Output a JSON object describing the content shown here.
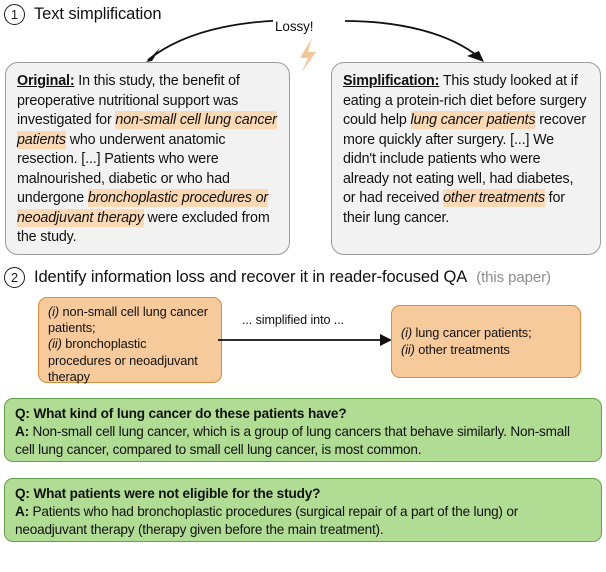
{
  "figure": {
    "steps": [
      {
        "number": "1",
        "title": "Text simplification",
        "note": ""
      },
      {
        "number": "2",
        "title": "Identify information loss and recover it in reader-focused QA",
        "note": "(this paper)"
      }
    ],
    "lossy_label": "Lossy!",
    "lightning_icon": "lightning-bolt-icon",
    "panels": {
      "original": {
        "lead": "Original:",
        "text_1": " In this study, the benefit of preoperative nutritional support was investigated for ",
        "highlight_1": "non-small cell lung cancer patients",
        "text_2": " who underwent anatomic resection. [...] Patients who were malnourished, diabetic or who had undergone ",
        "highlight_2": "bronchoplastic procedures or neoadjuvant therapy",
        "text_3": " were excluded from the study."
      },
      "simplification": {
        "lead": "Simplification:",
        "text_1": " This study looked at if eating a protein-rich diet before surgery could help ",
        "highlight_1": "lung cancer patients",
        "text_2": " recover more quickly after surgery. [...] We didn't include patients who were already not eating well, had diabetes, or had received ",
        "highlight_2": "other treatments",
        "text_3": " for their lung cancer."
      }
    },
    "loss_box": {
      "marker_1": "(i)",
      "item_1": " non-small cell lung cancer patients;",
      "marker_2": "(ii)",
      "item_2": " bronchoplastic procedures or neoadjuvant therapy"
    },
    "arrow_label": "... simplified into ...",
    "simplified_box": {
      "marker_1": "(i)",
      "item_1": " lung cancer patients;",
      "marker_2": "(ii)",
      "item_2": " other treatments"
    },
    "qa_pairs": [
      {
        "q_prefix": "Q:",
        "question": " What kind of lung cancer do these patients have?",
        "a_prefix": "A:",
        "answer": " Non-small cell lung cancer, which is a group of lung cancers that behave similarly. Non-small cell lung cancer, compared to small cell lung cancer, is most common."
      },
      {
        "q_prefix": "Q:",
        "question": " What patients were not eligible for the study?",
        "a_prefix": "A:",
        "answer": " Patients who had bronchoplastic procedures (surgical repair of a part of the lung) or neoadjuvant therapy (therapy given before the main treatment)."
      }
    ],
    "colors": {
      "panel_fill": "#f2f2f2",
      "panel_border": "#9a9a9a",
      "highlight": "#fbd9b4",
      "orange_fill": "#f7ca9b",
      "orange_border": "#d98c3a",
      "green_fill": "#b0dd93",
      "green_border": "#64a24a",
      "note_text": "#8d8d8d"
    }
  }
}
